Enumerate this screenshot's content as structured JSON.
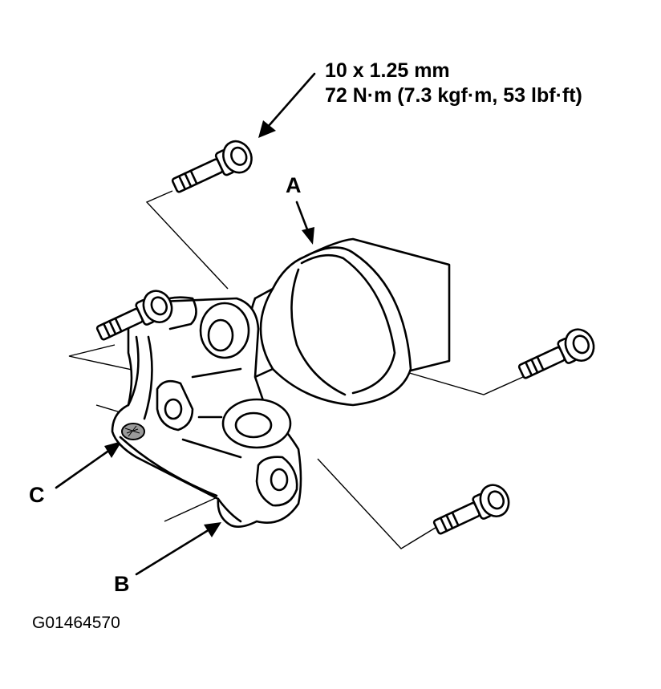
{
  "spec": {
    "line1": "10 x 1.25 mm",
    "line2": "72 N·m (7.3 kgf·m, 53 lbf·ft)"
  },
  "labels": {
    "a": "A",
    "b": "B",
    "c": "C"
  },
  "figure_id": "G01464570"
}
